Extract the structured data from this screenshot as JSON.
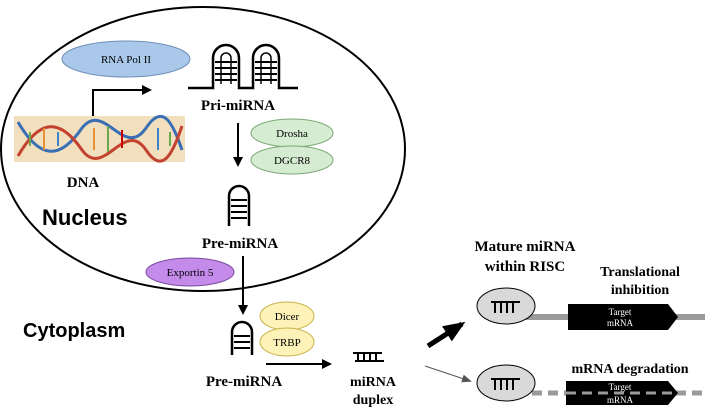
{
  "labels": {
    "rna_pol_ii": "RNA Pol II",
    "pri_mirna": "Pri-miRNA",
    "dna": "DNA",
    "nucleus": "Nucleus",
    "drosha": "Drosha",
    "dgcr8": "DGCR8",
    "pre_mirna_nucleus": "Pre-miRNA",
    "exportin5": "Exportin 5",
    "cytoplasm": "Cytoplasm",
    "dicer": "Dicer",
    "trbp": "TRBP",
    "pre_mirna_cytoplasm": "Pre-miRNA",
    "mirna_duplex_line1": "miRNA",
    "mirna_duplex_line2": "duplex",
    "mature_line1": "Mature miRNA",
    "mature_line2": "within RISC",
    "translational_line1": "Translational",
    "translational_line2": "inhibition",
    "mrna_degradation": "mRNA degradation",
    "target_mrna_1_line1": "Target",
    "target_mrna_1_line2": "mRNA",
    "target_mrna_2_line1": "Target",
    "target_mrna_2_line2": "mRNA"
  },
  "colors": {
    "rna_pol_ii": "#a9c8ea",
    "drosha": "#d6ecd2",
    "dgcr8": "#d6ecd2",
    "exportin5": "#c58bea",
    "dicer": "#fdf3b8",
    "trbp": "#fdf3b8",
    "risc": "#d9d9d9",
    "dna_box": "#f2dfbe"
  }
}
